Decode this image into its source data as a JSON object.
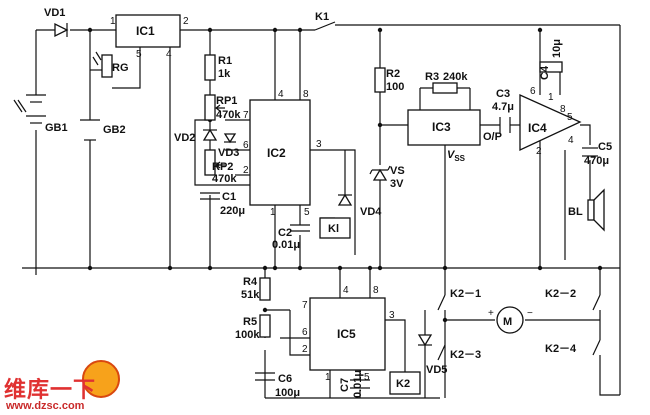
{
  "components": {
    "ic1": "IC1",
    "ic2": "IC2",
    "ic3": "IC3",
    "ic4": "IC4",
    "ic5": "IC5",
    "vd1": "VD1",
    "rg": "RG",
    "gb1": "GB1",
    "gb2": "GB2",
    "k1": "K1",
    "r1": "R1",
    "r1v": "1k",
    "rp1": "RP1",
    "rp1v": "470k",
    "vd2": "VD2",
    "vd3": "VD3",
    "rp2": "RP2",
    "rp2v": "470k",
    "c1": "C1",
    "c1v": "220μ",
    "c2": "C2",
    "c2v": "0.01μ",
    "kl": "Kl",
    "vd4": "VD4",
    "r2": "R2",
    "r2v": "100",
    "vs": "VS",
    "vsv": "3V",
    "r3": "R3",
    "r3v": "240k",
    "c3": "C3",
    "c3v": "4.7μ",
    "op": "O/P",
    "vss": "V",
    "vss_sub": "SS",
    "c4": "C4",
    "c4v": "10μ",
    "c5": "C5",
    "c5v": "470μ",
    "bl": "BL",
    "r4": "R4",
    "r4v": "51k",
    "r5": "R5",
    "r5v": "100k",
    "c6": "C6",
    "c6v": "100μ",
    "c7": "C7",
    "c7v": "0.01μ",
    "k2": "K2",
    "vd5": "VD5",
    "k2_1": "K2－1",
    "k2_2": "K2－2",
    "k2_3": "K2－3",
    "k2_4": "K2－4",
    "motor": "M"
  },
  "pins": {
    "ic1_1": "1",
    "ic1_2": "2",
    "ic1_5": "5",
    "ic1_4": "4",
    "ic2_4": "4",
    "ic2_8": "8",
    "ic2_7": "7",
    "ic2_6": "6",
    "ic2_2": "2",
    "ic2_3": "3",
    "ic2_1": "1",
    "ic2_5": "5",
    "ic4_6": "6",
    "ic4_1": "1",
    "ic4_8": "8",
    "ic4_5": "5",
    "ic4_4": "4",
    "ic4_2": "2",
    "ic5_4": "4",
    "ic5_8": "8",
    "ic5_7": "7",
    "ic5_6": "6",
    "ic5_2": "2",
    "ic5_3": "3",
    "ic5_1": "1",
    "ic5_5": "5"
  },
  "watermark": {
    "logo": "维库一下",
    "url": "www.dzsc.com"
  }
}
